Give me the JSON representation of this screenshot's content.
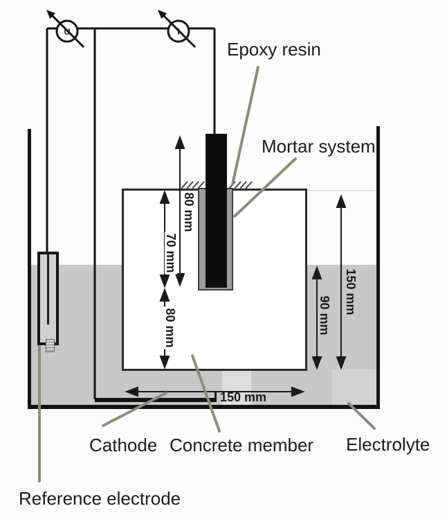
{
  "figure": {
    "labels": {
      "epoxy_resin": "Epoxy resin",
      "mortar_system": "Mortar system",
      "cathode": "Cathode",
      "concrete_member": "Concrete member",
      "electrolyte": "Electrolyte",
      "reference_electrode": "Reference electrode"
    },
    "meters": {
      "voltmeter": "U",
      "ammeter": "I"
    },
    "dims": {
      "electrode_total_length": "80 mm",
      "electrode_embedded_depth": "70 mm",
      "cover_below_electrode": "80 mm",
      "member_height": "150 mm",
      "electrolyte_depth": "90 mm",
      "member_width": "150 mm"
    },
    "colors": {
      "electrolyte_gray": "#c7c7c7",
      "mortar_gray": "#9d9d9d",
      "leader_line": "#8b8b7c",
      "ink": "#1a1a1a"
    }
  }
}
